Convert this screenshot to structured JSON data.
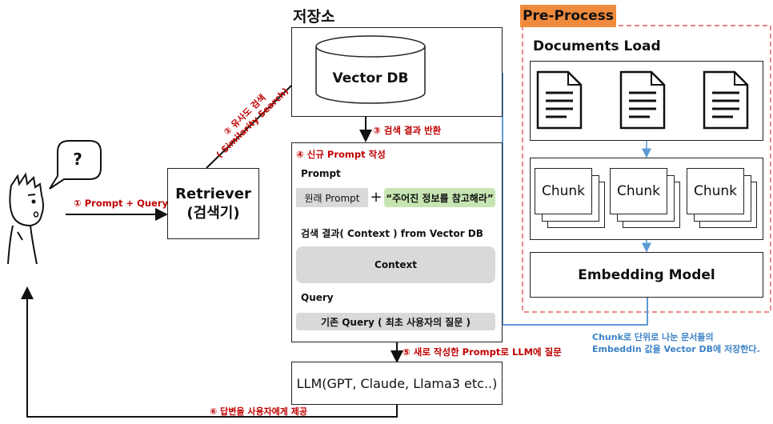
{
  "storage": {
    "title": "저장소",
    "vector_db": "Vector DB"
  },
  "preprocess": {
    "badge": "Pre-Process",
    "documents_load": "Documents Load",
    "chunks": [
      "Chunk",
      "Chunk",
      "Chunk"
    ],
    "embedding_model": "Embedding Model",
    "note_line1": "Chunk로 단위로 나눈 문서들의",
    "note_line2": "Embeddin 값을 Vector DB에 저장한다."
  },
  "user": {
    "question_mark": "?"
  },
  "retriever": {
    "line1": "Retriever",
    "line2": "(검색기)"
  },
  "steps": {
    "s1": "① Prompt + Query",
    "s2_line1": "② 유사도 검색",
    "s2_line2": "( Similarity Search)",
    "s3": "③ 검색 결과 반환",
    "s4": "④ 신규 Prompt 작성",
    "s5": "⑤ 새로 작성한 Prompt로 LLM에 질문",
    "s6": "⑥ 답변을 사용자에게 제공"
  },
  "prompt_panel": {
    "prompt_label": "Prompt",
    "original_prompt": "원래 Prompt",
    "plus": "+",
    "instruction": "“주어진 정보를 참고해라”",
    "search_result_label": "검색 결과( Context ) from Vector DB",
    "context": "Context",
    "query_label": "Query",
    "query_value": "기존 Query ( 최초 사용자의 질문 )"
  },
  "llm": {
    "label": "LLM(GPT, Claude, Llama3 etc..)"
  },
  "colors": {
    "orange": "#f08a3c",
    "red_dash": "#e23b3b",
    "blue_arrow": "#5b9bd5",
    "green": "#c6e5b3",
    "gray": "#d9d9d9"
  }
}
